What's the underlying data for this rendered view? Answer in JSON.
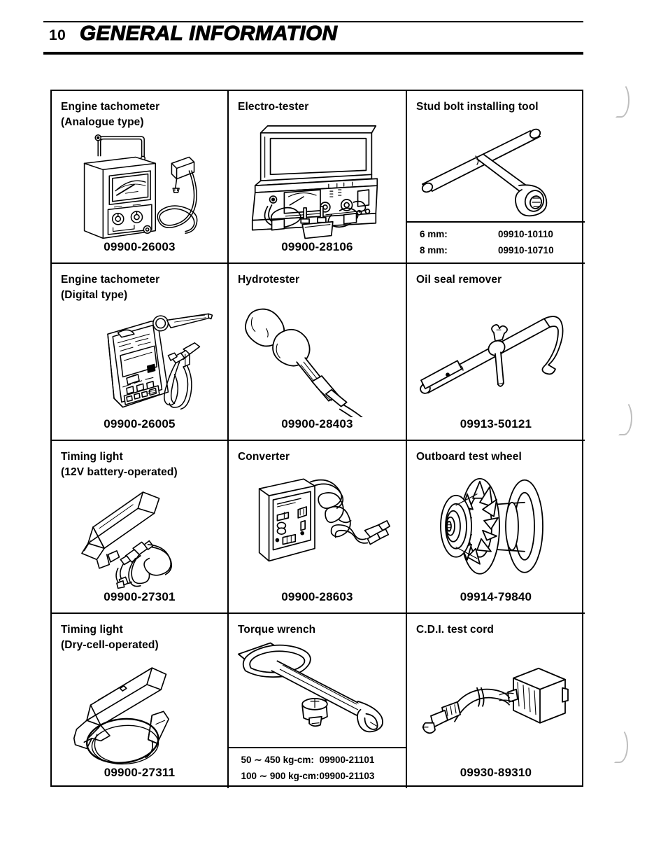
{
  "header": {
    "page_number": "10",
    "title": "GENERAL INFORMATION"
  },
  "table": {
    "cells": [
      {
        "name": "Engine tachometer\n(Analogue type)",
        "part_number": "09900-26003",
        "icon": "analogue-tachometer-illustration"
      },
      {
        "name": "Electro-tester",
        "part_number": "09900-28106",
        "icon": "electro-tester-case-illustration"
      },
      {
        "name": "Stud bolt installing tool",
        "part_number": "",
        "icon": "t-handle-stud-bolt-tool-illustration",
        "sub_rows": [
          {
            "key": "6 mm:",
            "value": "09910-10110"
          },
          {
            "key": "8 mm:",
            "value": "09910-10710"
          }
        ]
      },
      {
        "name": "Engine tachometer\n(Digital type)",
        "part_number": "09900-26005",
        "icon": "digital-tachometer-illustration"
      },
      {
        "name": "Hydrotester",
        "part_number": "09900-28403",
        "icon": "hydrotester-bulb-illustration"
      },
      {
        "name": "Oil seal remover",
        "part_number": "09913-50121",
        "icon": "oil-seal-remover-illustration"
      },
      {
        "name": "Timing light\n(12V battery-operated)",
        "part_number": "09900-27301",
        "icon": "timing-light-battery-illustration"
      },
      {
        "name": "Converter",
        "part_number": "09900-28603",
        "icon": "converter-box-illustration"
      },
      {
        "name": "Outboard test wheel",
        "part_number": "09914-79840",
        "icon": "outboard-test-wheel-illustration"
      },
      {
        "name": "Timing light\n(Dry-cell-operated)",
        "part_number": "09900-27311",
        "icon": "timing-light-drycell-illustration"
      },
      {
        "name": "Torque wrench",
        "part_number": "",
        "icon": "torque-wrench-illustration",
        "sub_rows": [
          {
            "key": "50 ∼ 450 kg-cm:",
            "value": "09900-21101"
          },
          {
            "key": "100 ∼ 900 kg-cm:",
            "value": "09900-21103"
          }
        ]
      },
      {
        "name": "C.D.I. test cord",
        "part_number": "09930-89310",
        "icon": "cdi-test-cord-illustration"
      }
    ]
  }
}
